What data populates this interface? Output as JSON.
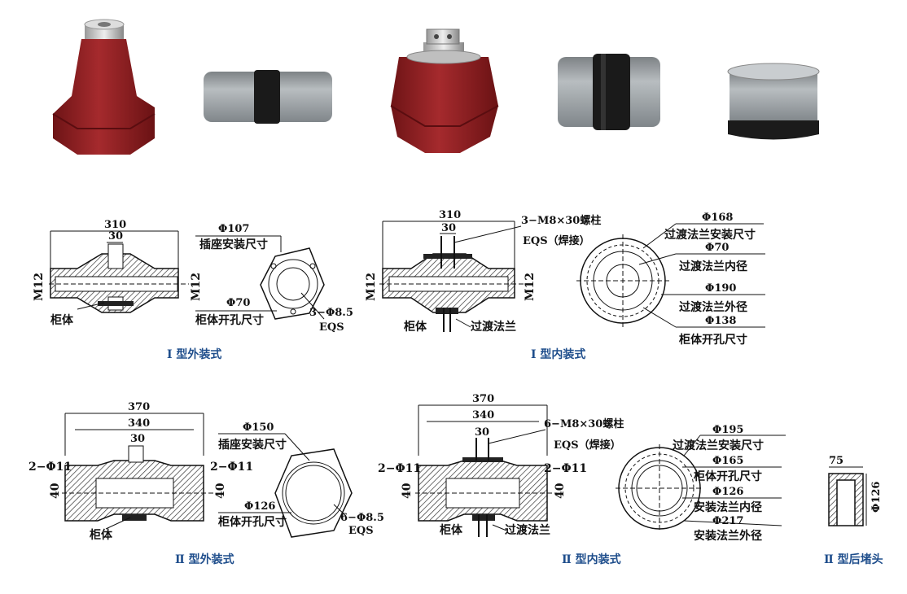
{
  "colors": {
    "body_red": "#8e1f22",
    "grey": "#9aa0a4",
    "black": "#1b1b1b",
    "caption": "#1f4e8c",
    "hatch": "#444"
  },
  "photos": [
    "red-bushing-round-top",
    "grey-sleeve-black-band",
    "red-bushing-flat-terminal",
    "grey-sleeve-thick-band",
    "end-cap"
  ],
  "d1": {
    "w310": "310",
    "w30": "30",
    "phi107": "Φ107",
    "socket_size": "插座安装尺寸",
    "m12_left": "M12",
    "m12_right": "M12",
    "phi70": "Φ70",
    "cab_hole": "柜体开孔尺寸",
    "cab": "柜体",
    "holes": "3−Φ8.5",
    "eqs": "EQS",
    "caption": "Ⅰ 型外装式"
  },
  "d2": {
    "w310": "310",
    "w30": "30",
    "bolt": "3−M8×30螺柱",
    "eqs_weld": "EQS（焊接）",
    "m12_left": "M12",
    "m12_right": "M12",
    "cab": "柜体",
    "flange": "过渡法兰",
    "phi168": "Φ168",
    "flange_install": "过渡法兰安装尺寸",
    "phi70": "Φ70",
    "flange_inner": "过渡法兰内径",
    "phi190": "Φ190",
    "flange_outer": "过渡法兰外径",
    "phi138": "Φ138",
    "cab_hole": "柜体开孔尺寸",
    "caption": "Ⅰ 型内装式"
  },
  "d3": {
    "w370": "370",
    "w340": "340",
    "w30": "30",
    "holes_l": "2−Φ11",
    "holes_r": "2−Φ11",
    "h40_l": "40",
    "h40_r": "40",
    "cab": "柜体",
    "phi150": "Φ150",
    "socket_size": "插座安装尺寸",
    "phi126": "Φ126",
    "cab_hole": "柜体开孔尺寸",
    "holes6": "6−Φ8.5",
    "eqs": "EQS",
    "caption": "Ⅱ 型外装式"
  },
  "d4": {
    "w370": "370",
    "w340": "340",
    "w30": "30",
    "bolt": "6−M8×30螺柱",
    "eqs_weld": "EQS（焊接）",
    "holes_l": "2−Φ11",
    "holes_r": "2−Φ11",
    "h40_l": "40",
    "h40_r": "40",
    "cab": "柜体",
    "flange": "过渡法兰",
    "phi195": "Φ195",
    "flange_install": "过渡法兰安装尺寸",
    "phi165": "Φ165",
    "cab_hole": "柜体开孔尺寸",
    "phi126": "Φ126",
    "inst_inner": "安装法兰内径",
    "phi217": "Φ217",
    "inst_outer": "安装法兰外径",
    "caption": "Ⅱ 型内装式"
  },
  "d5": {
    "w75": "75",
    "phi126": "Φ126",
    "caption": "Ⅱ 型后堵头"
  }
}
